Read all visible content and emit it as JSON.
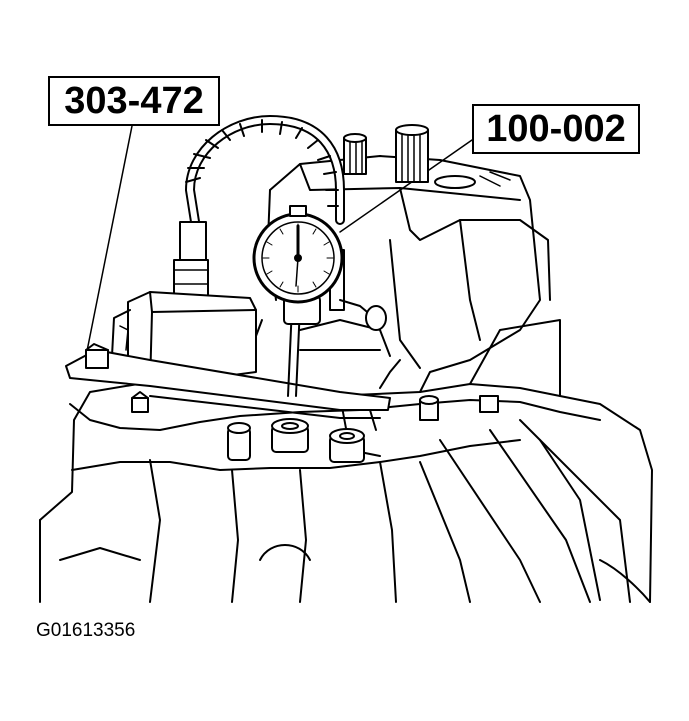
{
  "callouts": {
    "tool_303": "303-472",
    "tool_100": "100-002"
  },
  "figure_id": "G01613356",
  "colors": {
    "line": "#000000",
    "background": "#ffffff"
  }
}
